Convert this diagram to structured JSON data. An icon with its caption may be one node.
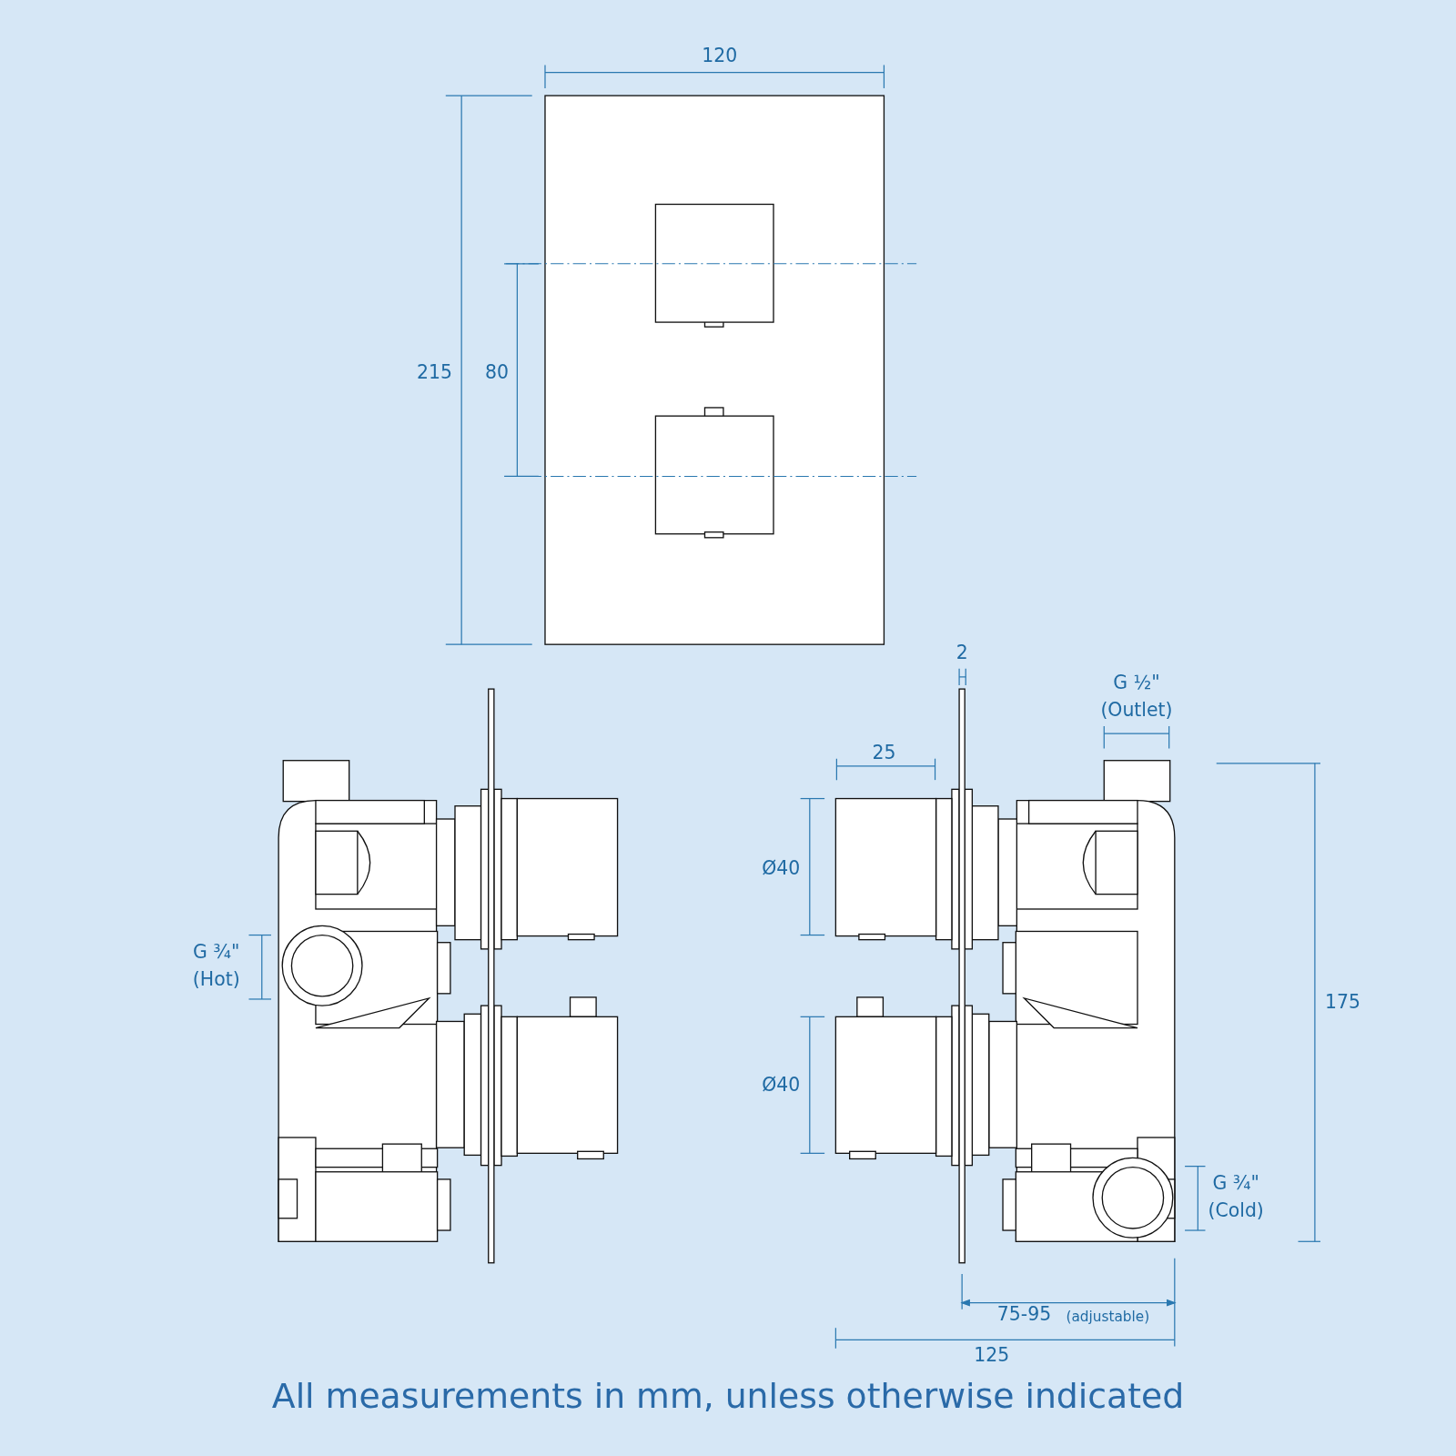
{
  "diagram": {
    "caption": "All measurements in mm, unless otherwise indicated",
    "labels": [
      "120",
      "215",
      "80",
      "2",
      "G ½\" (Outlet)",
      "25",
      "Ø40",
      "G ¾\" (Hot)",
      "175",
      "Ø40",
      "G ¾\" (Cold)",
      "75-95",
      "(adjustable)",
      "125"
    ]
  }
}
